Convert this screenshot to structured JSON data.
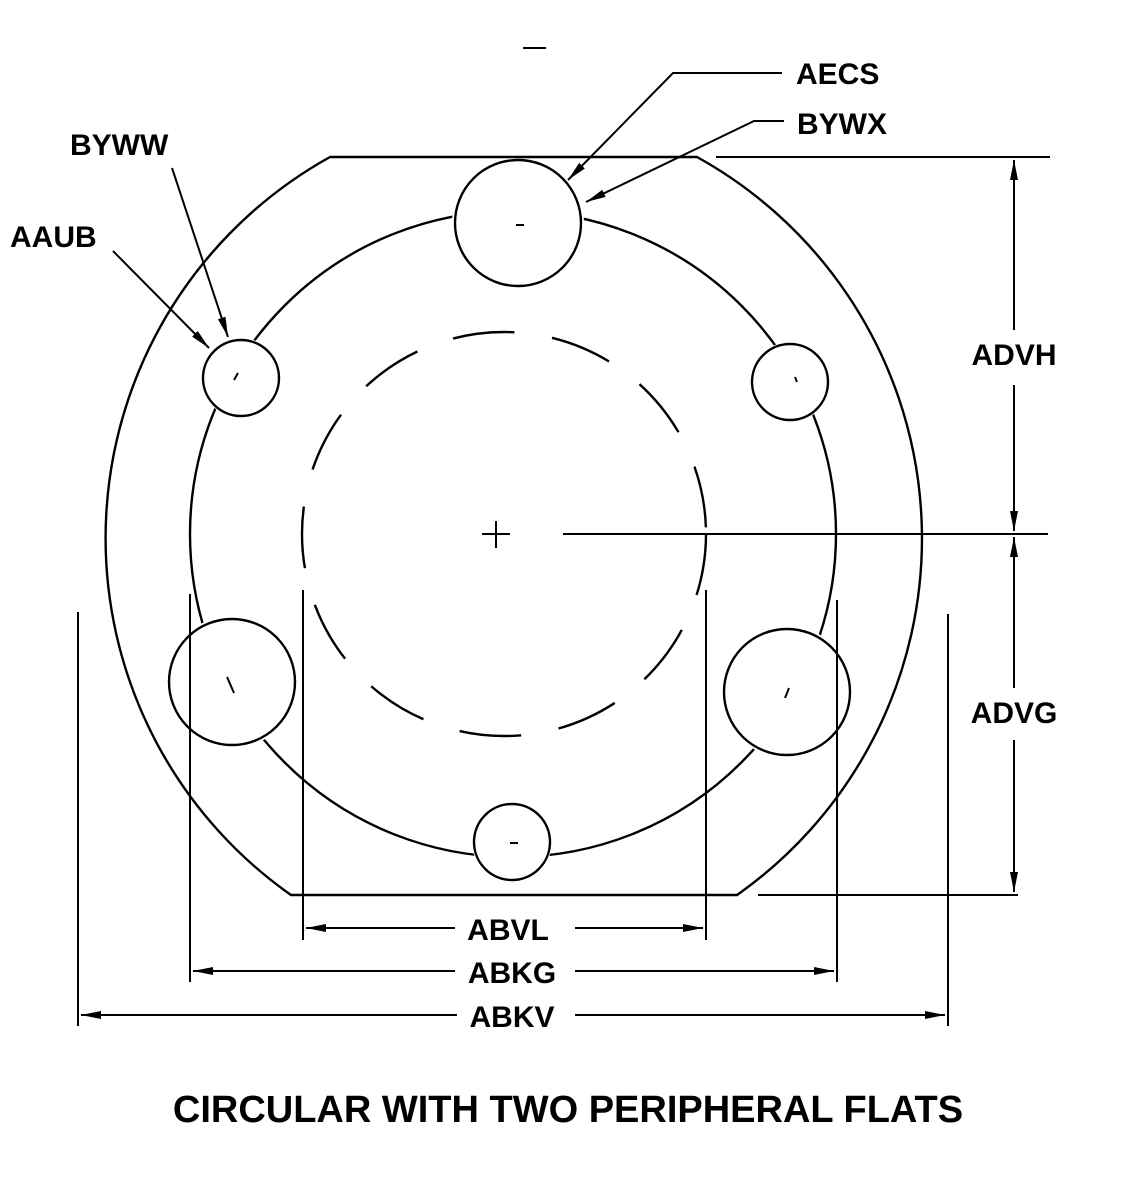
{
  "title": "CIRCULAR WITH TWO PERIPHERAL FLATS",
  "callouts": {
    "aecs": "AECS",
    "bywx": "BYWX",
    "byww": "BYWW",
    "aaub": "AAUB"
  },
  "dimensions": {
    "advh": "ADVH",
    "advg": "ADVG",
    "abvl": "ABVL",
    "abkg": "ABKG",
    "abkv": "ABKV"
  }
}
